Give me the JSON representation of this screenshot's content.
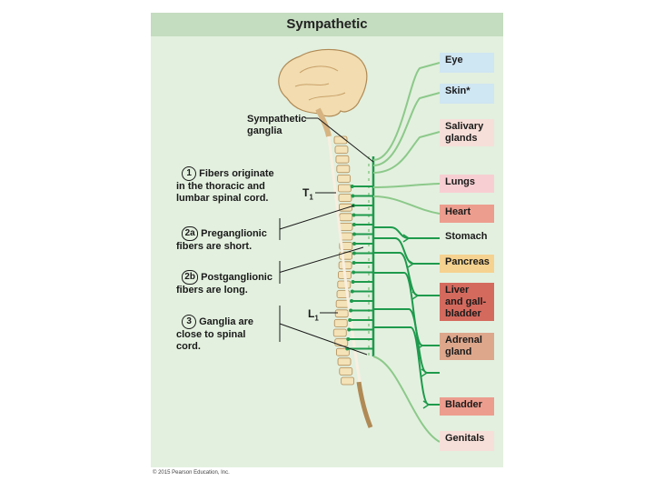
{
  "title": "Sympathetic",
  "ganglia_label": "Sympathetic\nganglia",
  "t1_label": "T",
  "t1_sub": "1",
  "l1_label": "L",
  "l1_sub": "1",
  "steps": [
    {
      "num": "1",
      "text": "Fibers originate\nin the thoracic and\nlumbar spinal cord."
    },
    {
      "num": "2a",
      "text": "Preganglionic\nfibers are short."
    },
    {
      "num": "2b",
      "text": "Postganglionic\nfibers are long."
    },
    {
      "num": "3",
      "text": "Ganglia are\nclose to spinal\ncord."
    }
  ],
  "organs": [
    {
      "label": "Eye",
      "color": "#cfe6f3"
    },
    {
      "label": "Skin*",
      "color": "#cfe6f3"
    },
    {
      "label": "Salivary\nglands",
      "color": "#f6dfd8"
    },
    {
      "label": "Lungs",
      "color": "#f7cfd2"
    },
    {
      "label": "Heart",
      "color": "#ec9d8e"
    },
    {
      "label": "Stomach",
      "color": "#e3f0df"
    },
    {
      "label": "Pancreas",
      "color": "#f5d28f"
    },
    {
      "label": "Liver\nand gall-\nbladder",
      "color": "#d46a5e"
    },
    {
      "label": "Adrenal\ngland",
      "color": "#dda78c"
    },
    {
      "label": "Bladder",
      "color": "#ec9d8e"
    },
    {
      "label": "Genitals",
      "color": "#f6dfd8"
    }
  ],
  "copyright": "© 2015 Pearson Education, Inc.",
  "colors": {
    "nerve": "#1e9a4c",
    "nerve_light": "#8cc98a",
    "panel": "#e3f0df",
    "vertebra": "#f4e2b8"
  }
}
